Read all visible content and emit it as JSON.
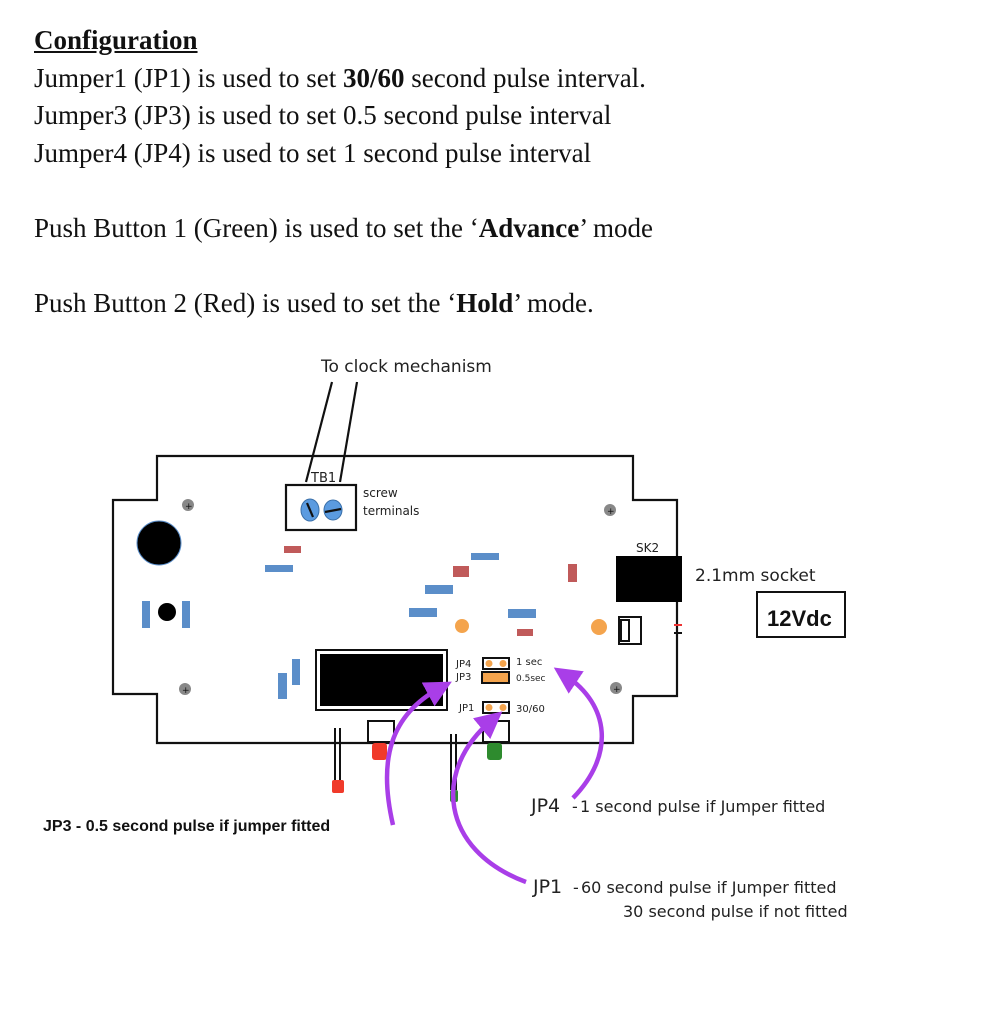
{
  "document": {
    "heading": "Configuration",
    "lines": [
      {
        "pre": "Jumper1  (JP1) is used to set ",
        "bold": "30/60",
        "post": " second pulse interval."
      },
      {
        "pre": "Jumper3  (JP3) is used to set 0.5 second pulse interval",
        "bold": "",
        "post": ""
      },
      {
        "pre": "Jumper4  (JP4) is used to set 1 second pulse interval",
        "bold": "",
        "post": ""
      }
    ],
    "button_lines": [
      {
        "pre": "Push Button 1 (Green) is used to set the ‘",
        "bold": "Advance",
        "post": "’ mode"
      },
      {
        "pre": "Push Button 2 (Red) is used to set the ‘",
        "bold": "Hold",
        "post": "’ mode."
      }
    ]
  },
  "diagram": {
    "to_clock_label": "To clock mechanism",
    "tb1_label": "TB1",
    "screw_terminals_label_1": "screw",
    "screw_terminals_label_2": "terminals",
    "sk2_label": "SK2",
    "socket_label": "2.1mm socket",
    "voltage_label": "12Vdc",
    "jumpers": {
      "jp4": {
        "name": "JP4",
        "value": "1 sec",
        "fitted": false
      },
      "jp3": {
        "name": "JP3",
        "value": "0.5sec",
        "fitted": true
      },
      "jp1": {
        "name": "JP1",
        "value": "30/60",
        "fitted": false
      }
    },
    "annotations": {
      "jp3": "JP3 - 0.5 second pulse if jumper fitted",
      "jp4_name": "JP4",
      "jp4_text": "1 second pulse if  Jumper fitted",
      "jp1_name": "JP1",
      "jp1_text_1": "60 second pulse if  Jumper fitted",
      "jp1_text_2": "30 second pulse if not fitted"
    },
    "colors": {
      "arrow": "#a93ee8",
      "blue_part": "#5b8ec9",
      "red_part": "#c05a5a",
      "orange": "#f4a44d",
      "led_red": "#f03a2a",
      "led_green": "#2e8b2e"
    }
  }
}
